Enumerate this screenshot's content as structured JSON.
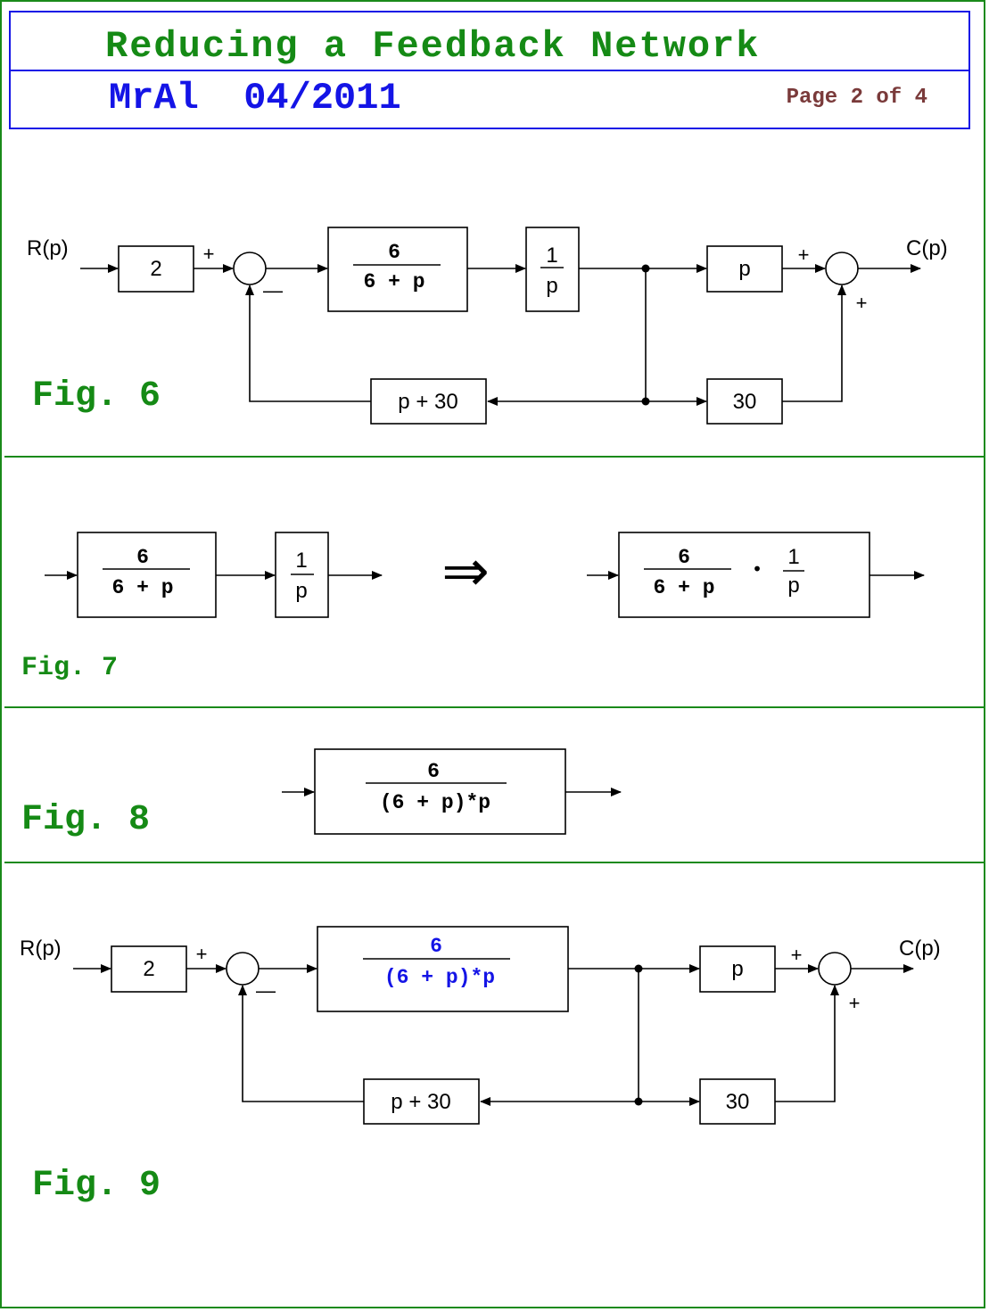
{
  "header": {
    "title": "Reducing a Feedback Network",
    "author_line": "MrAl  04/2011",
    "page": "Page 2 of 4"
  },
  "colors": {
    "frame_green": "#1a8a1a",
    "title_green": "#158a15",
    "header_blue": "#1414e6",
    "page_brown": "#7a3a3a"
  },
  "fig6": {
    "label": "Fig. 6",
    "input": "R(p)",
    "output": "C(p)",
    "gain_block": "2",
    "g1_num": "6",
    "g1_den": "6 + p",
    "g2_num": "1",
    "g2_den": "p",
    "p_block": "p",
    "feedback_block": "p + 30",
    "block30": "30",
    "sum1_plus": "+",
    "sum1_minus": "—",
    "sum2_plus_left": "+",
    "sum2_plus_bottom": "+"
  },
  "fig7": {
    "label": "Fig. 7",
    "g1_num": "6",
    "g1_den": "6 + p",
    "g2_num": "1",
    "g2_den": "p",
    "arrow_symbol": "⇒",
    "combined_num_left": "6",
    "combined_den_left": "6 + p",
    "dot": "•",
    "combined_num_right": "1",
    "combined_den_right": "p"
  },
  "fig8": {
    "label": "Fig. 8",
    "num": "6",
    "den": "(6 + p)*p"
  },
  "fig9": {
    "label": "Fig. 9",
    "input": "R(p)",
    "output": "C(p)",
    "gain_block": "2",
    "g_num": "6",
    "g_den": "(6 + p)*p",
    "p_block": "p",
    "feedback_block": "p + 30",
    "block30": "30",
    "sum1_plus": "+",
    "sum1_minus": "—",
    "sum2_plus_left": "+",
    "sum2_plus_bottom": "+"
  }
}
